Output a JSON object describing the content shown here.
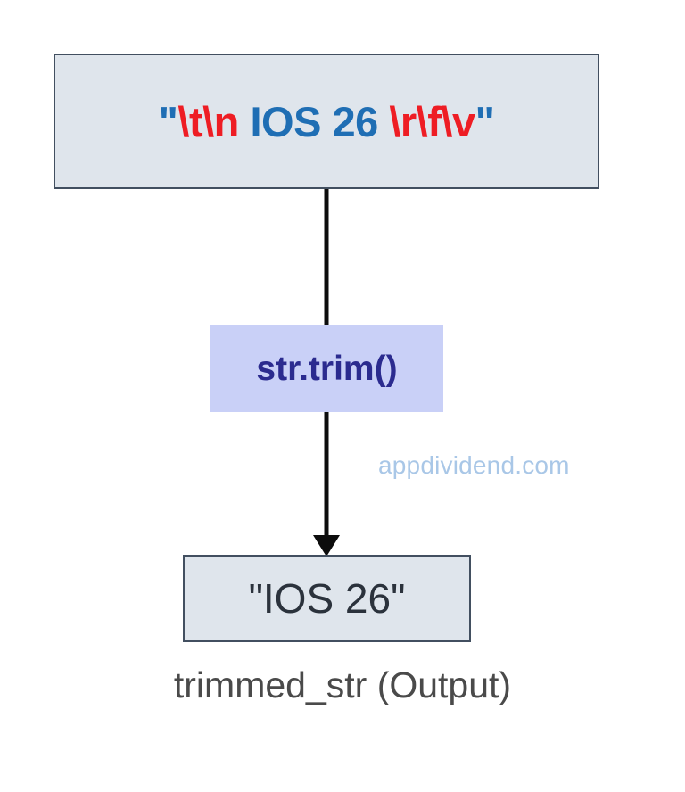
{
  "diagram": {
    "title": "str.trim() whitespace trimming flow",
    "background_color": "#ffffff",
    "input": {
      "label": "input-string-box",
      "full_text": "\"\\t\\n IOS 26 \\r\\f\\v\"",
      "tokens": {
        "open_quote": "\"",
        "leading_escapes": "\\t\\n",
        "space_before": " ",
        "value": "IOS 26",
        "space_after": " ",
        "trailing_escapes": "\\r\\f\\v",
        "close_quote": "\""
      },
      "fill_color": "#dfe5ec",
      "border_color": "#424f60",
      "quote_color": "#1f6eb4",
      "escape_color": "#ee1d24",
      "value_color": "#1f6eb4"
    },
    "method": {
      "label": "str.trim()",
      "fill_color": "#c9d0f7",
      "text_color": "#2b2b8f"
    },
    "output": {
      "value": "\"IOS 26\"",
      "caption": "trimmed_str (Output)",
      "fill_color": "#dfe5ec",
      "border_color": "#424f60",
      "text_color": "#2b323c",
      "caption_color": "#4a4a4a"
    },
    "connector": {
      "name": "down-arrow",
      "color": "#0d0d0d",
      "direction": "down"
    },
    "watermark": {
      "text": "appdividend.com",
      "color": "#a9c7e7"
    }
  }
}
